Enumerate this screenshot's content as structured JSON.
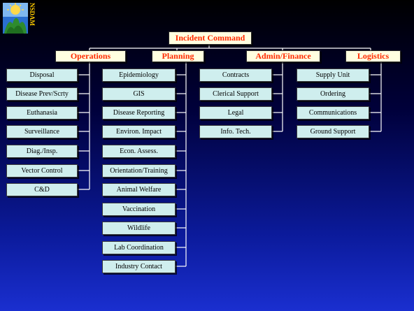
{
  "header": {
    "logo_text": "NSDAM",
    "title": "Incident Command"
  },
  "sections": {
    "operations": "Operations",
    "planning": "Planning",
    "admin_finance": "Admin/Finance",
    "logistics": "Logistics"
  },
  "operations_items": [
    "Disposal",
    "Disease Prev/Scrty",
    "Euthanasia",
    "Surveillance",
    "Diag./Insp.",
    "Vector Control",
    "C&D"
  ],
  "planning_items": [
    "Epidemiology",
    "GIS",
    "Disease Reporting",
    "Environ. Impact",
    "Econ. Assess.",
    "Orientation/Training",
    "Animal Welfare",
    "Vaccination",
    "Wildlife",
    "Lab Coordination",
    "Industry Contact"
  ],
  "admin_finance_items": [
    "Contracts",
    "Clerical Support",
    "Legal",
    "Info. Tech."
  ],
  "logistics_items": [
    "Supply Unit",
    "Ordering",
    "Communications",
    "Ground Support"
  ],
  "colors": {
    "section_text": "#ff2a00",
    "box_fill": "#cfeeee",
    "header_fill": "#ffffe0",
    "line": "#ffffff"
  }
}
